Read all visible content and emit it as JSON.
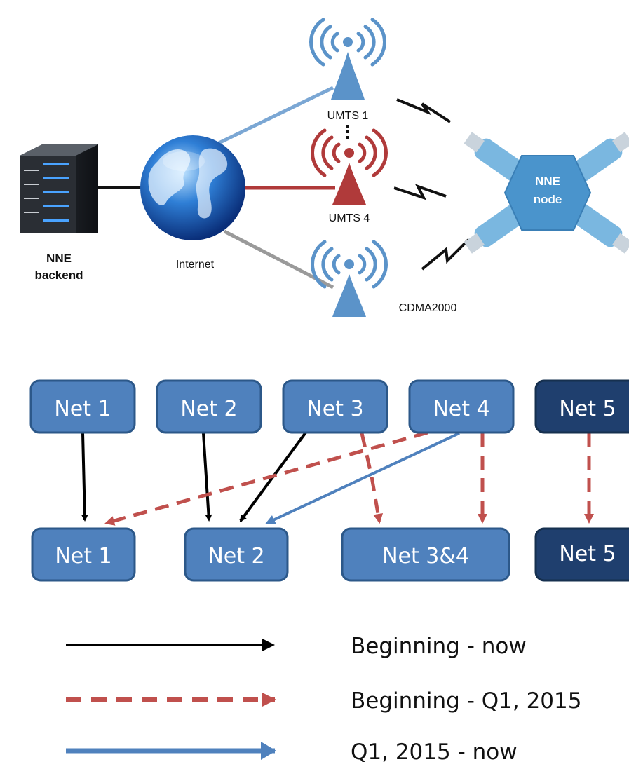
{
  "top": {
    "backend_label": [
      "NNE",
      "backend"
    ],
    "internet_label": "Internet",
    "towers": [
      {
        "label": "UMTS 1",
        "color": "#5b93c9"
      },
      {
        "label": "UMTS 4",
        "color": "#b03a3a"
      },
      {
        "label": "CDMA2000",
        "color": "#5b93c9"
      }
    ],
    "node_label": [
      "NNE",
      "node"
    ]
  },
  "bottom": {
    "top_row": [
      "Net 1",
      "Net 2",
      "Net 3",
      "Net 4",
      "Net 5"
    ],
    "bottom_row": [
      "Net 1",
      "Net 2",
      "Net 3&4",
      "Net 5"
    ],
    "colors": {
      "box": "#4f81bd",
      "box_dark": "#1f3f6e",
      "black": "#000000",
      "red": "#c0504d",
      "blue": "#4f81bd"
    }
  },
  "legend": [
    {
      "style": "solid-black",
      "text": "Beginning - now"
    },
    {
      "style": "dashed-red",
      "text": "Beginning - Q1, 2015"
    },
    {
      "style": "solid-blue",
      "text": "Q1, 2015 - now"
    }
  ]
}
